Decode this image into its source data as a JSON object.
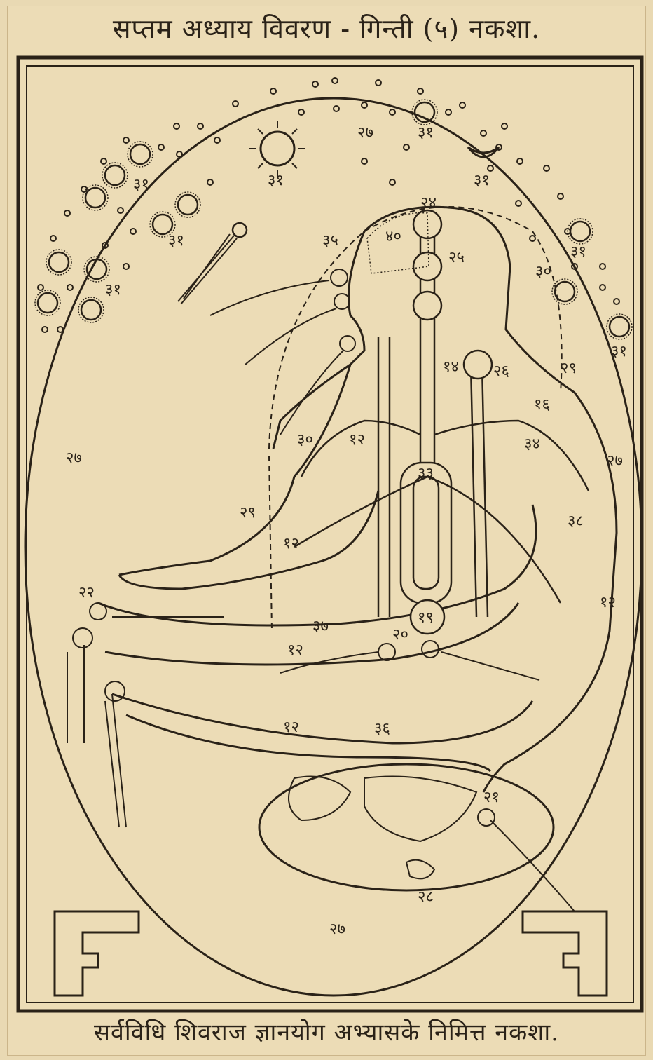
{
  "title": "सप्तम अध्याय विवरण - गिन्ती (५) नकशा.",
  "caption": "सर्वविधि शिवराज ज्ञानयोग अभ्यासके निमित्त नकशा.",
  "colors": {
    "paper": "#ecdcb6",
    "ink": "#2a2218"
  },
  "labels": {
    "sky_27": "२७",
    "sun_31": "३१",
    "moon_31": "३१",
    "left_31a": "३१",
    "left_31b": "३१",
    "left_31c": "३१",
    "right_31a": "३१",
    "right_31b": "३१",
    "right_31c": "३१",
    "comet": "३५",
    "top_head": "२४",
    "head_40": "४०",
    "head_25": "२५",
    "left_27": "२७",
    "right_27": "२७",
    "bottom_27": "२७",
    "earth_28": "२८",
    "left_29": "२९",
    "right_29": "२९",
    "right_30": "३०",
    "left_30": "३०",
    "center_33": "३३",
    "shoulder_34": "३४",
    "knee_36": "३६",
    "thigh_37": "३७",
    "base_19": "१९",
    "heart_14": "१४",
    "n12a": "१२",
    "n12b": "१२",
    "n12c": "१२",
    "n12d": "१२",
    "n12e": "१२",
    "n16": "१६",
    "n22": "२२",
    "n20": "२०",
    "n21": "२१",
    "n38": "३८",
    "n26": "२६"
  }
}
